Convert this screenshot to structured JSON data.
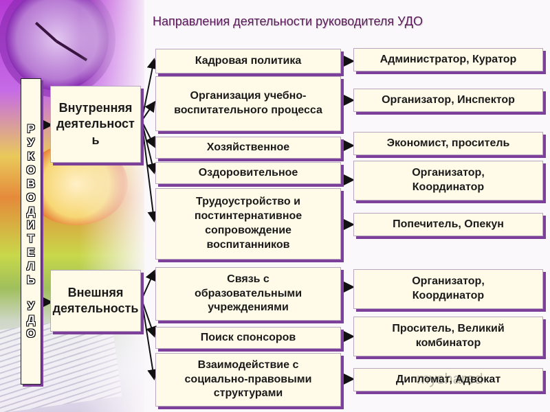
{
  "title": "Направления деятельности руководителя УДО",
  "vertical_label": [
    "Р",
    "У",
    "К",
    "О",
    "В",
    "О",
    "Д",
    "И",
    "Т",
    "Е",
    "Л",
    "Ь",
    "",
    "У",
    "Д",
    "О"
  ],
  "internal": "Внутренняя деятельность",
  "external": "Внешняя деятельность",
  "middle": [
    "Кадровая политика",
    "Организация учебно-воспитательного процесса",
    "Хозяйственное",
    "Оздоровительное",
    "Трудоустройство и постинтернативное сопровождение воспитанников",
    "Связь с образовательными учреждениями",
    "Поиск спонсоров",
    "Взаимодействие с социально-правовыми структурами"
  ],
  "roles": [
    "Администратор, Куратор",
    "Организатор, Инспектор",
    "Экономист, проситель",
    "Организатор, Координатор",
    "Попечитель, Опекун",
    "Организатор, Координатор",
    "Проситель, Великий комбинатор",
    "Дипломат, Адвокат"
  ],
  "watermark": "myshared"
}
